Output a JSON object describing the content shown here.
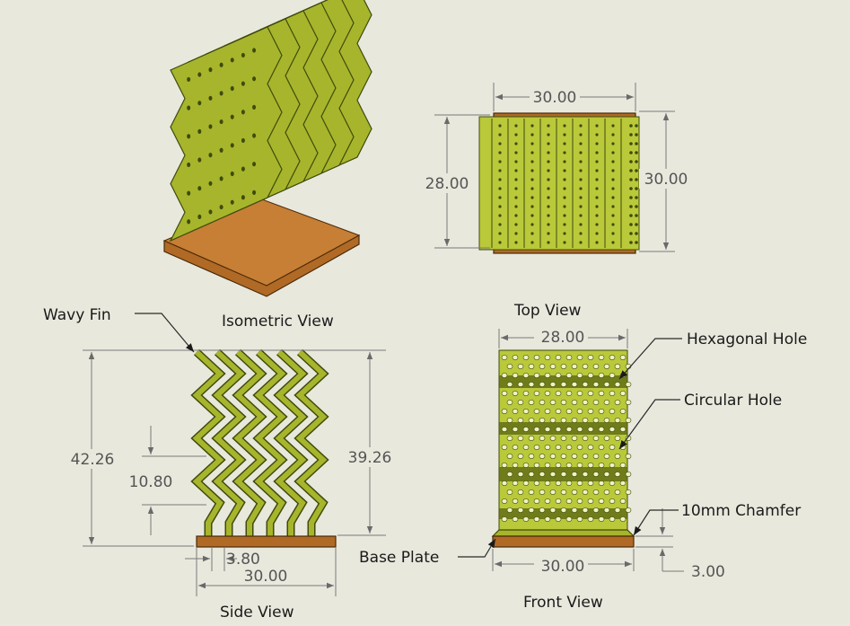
{
  "views": {
    "isometric": "Isometric View",
    "top": "Top View",
    "side": "Side View",
    "front": "Front View"
  },
  "callouts": {
    "wavy_fin": "Wavy Fin",
    "hexagonal_hole": "Hexagonal Hole",
    "circular_hole": "Circular Hole",
    "chamfer": "10mm Chamfer",
    "base_plate": "Base Plate"
  },
  "dimensions": {
    "top_width": "30.00",
    "top_depth_left": "28.00",
    "top_depth_right": "30.00",
    "side_total_height": "42.26",
    "side_wave_pitch": "10.80",
    "side_fin_height": "39.26",
    "side_fin_spacing": "3.80",
    "side_width": "30.00",
    "front_top_width": "28.00",
    "front_width": "30.00",
    "front_base_thickness": "3.00"
  },
  "colors": {
    "fin": "#a7b52c",
    "base": "#b06a26",
    "background": "#e8e8dd"
  }
}
